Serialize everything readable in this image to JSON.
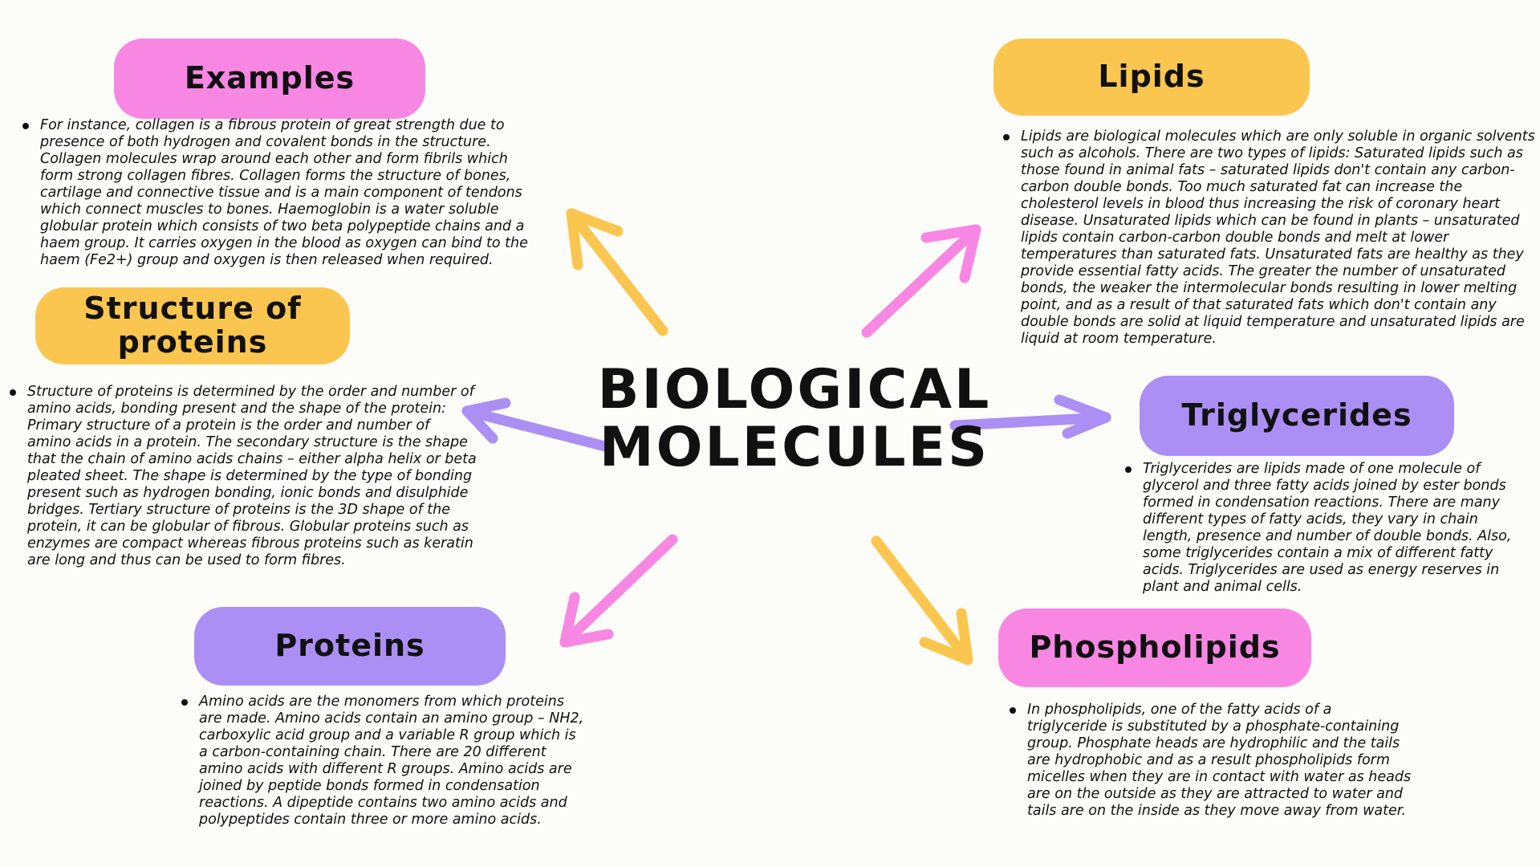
{
  "title": {
    "line1": "BIOLOGICAL",
    "line2": "MOLECULES"
  },
  "colors": {
    "pink": "#f787e3",
    "yellow": "#fbc64f",
    "purple": "#ab8ff5",
    "background": "#fcfcf8"
  },
  "sections": {
    "examples": {
      "heading": "Examples",
      "text": "For instance, collagen is a fibrous protein of great strength due to presence of both hydrogen and covalent bonds in the structure. Collagen molecules wrap around each other and form fibrils which form strong collagen fibres. Collagen forms the structure of bones, cartilage and connective tissue and is a main component of tendons which connect muscles to bones. Haemoglobin is a water soluble globular protein which consists of two beta polypeptide chains and a haem group. It carries oxygen in the blood as oxygen can bind to the haem (Fe2+) group and oxygen is then released when required."
    },
    "structure": {
      "heading_line1": "Structure of",
      "heading_line2": "proteins",
      "text": "Structure of proteins is determined by the order and number of amino acids, bonding present and the shape of the protein: Primary structure of a protein is the order and number of amino acids in a protein. The secondary structure is the shape that the chain of amino acids chains – either alpha helix or beta pleated sheet. The shape is determined by the type of bonding present such as hydrogen bonding, ionic bonds and disulphide bridges. Tertiary structure of proteins is the 3D shape of the protein, it can be globular of fibrous. Globular proteins such as enzymes are compact whereas fibrous proteins such as keratin are long and thus can be used to form fibres."
    },
    "proteins": {
      "heading": "Proteins",
      "text": "Amino acids are the monomers from which proteins are made. Amino acids contain an amino group – NH2, carboxylic acid group and a variable R group which is a carbon-containing chain. There are 20 different amino acids with different R groups. Amino acids are joined by peptide bonds formed in condensation reactions. A dipeptide contains two amino acids and polypeptides contain three or more amino acids."
    },
    "lipids": {
      "heading": "Lipids",
      "text": "Lipids are biological molecules which are only soluble in organic solvents such as alcohols. There are two types of lipids: Saturated lipids such as those found in animal fats – saturated lipids don't contain any carbon-carbon double bonds. Too much saturated fat can increase the cholesterol levels in blood thus increasing the risk of coronary heart disease. Unsaturated lipids which can be found in plants – unsaturated lipids contain carbon-carbon double bonds and melt at lower temperatures than saturated fats. Unsaturated fats are healthy as they provide essential fatty acids. The greater the number of unsaturated bonds, the weaker the intermolecular bonds resulting in lower melting point, and as a result of that saturated fats which don't contain any double bonds are solid at liquid temperature and unsaturated lipids are liquid at room temperature."
    },
    "triglycerides": {
      "heading": "Triglycerides",
      "text": "Triglycerides are lipids made of one molecule of glycerol and three fatty acids joined by ester bonds formed in condensation reactions. There are many different types of fatty acids, they vary in chain length, presence and number of double bonds. Also, some triglycerides contain a mix of different fatty acids. Triglycerides are used as energy reserves in plant and animal cells."
    },
    "phospholipids": {
      "heading": "Phospholipids",
      "text": "In phospholipids, one of the fatty acids of a triglyceride is substituted by a phosphate-containing group. Phosphate heads are hydrophilic and the tails are hydrophobic and as a result phospholipids form micelles when they are in contact with water as heads are on the outside as they are attracted to water and tails are on the inside as they move away from water."
    }
  }
}
